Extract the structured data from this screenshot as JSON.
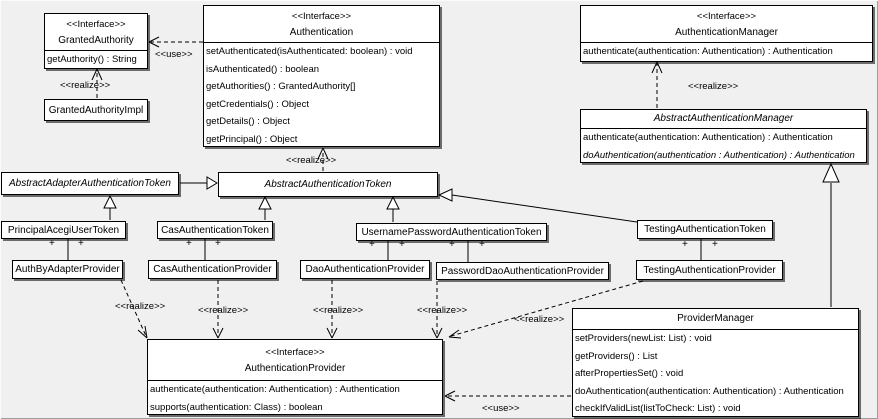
{
  "labels": {
    "use": "<<use>>",
    "realize": "<<realize>>",
    "plus": "+"
  },
  "stereotypes": {
    "interface": "<<Interface>>"
  },
  "classes": {
    "granted_authority": {
      "name": "GrantedAuthority",
      "members": [
        "getAuthority() : String"
      ]
    },
    "granted_authority_impl": {
      "name": "GrantedAuthorityImpl"
    },
    "authentication": {
      "name": "Authentication",
      "members": [
        "setAuthenticated(isAuthenticated: boolean) : void",
        "isAuthenticated() : boolean",
        "getAuthorities() : GrantedAuthority[]",
        "getCredentials() : Object",
        "getDetails() : Object",
        "getPrincipal() : Object"
      ]
    },
    "authentication_manager": {
      "name": "AuthenticationManager",
      "members": [
        "authenticate(authentication: Authentication) : Authentication"
      ]
    },
    "abstract_authentication_manager": {
      "name": "AbstractAuthenticationManager",
      "members": [
        "authenticate(authentication: Authentication) : Authentication",
        "doAuthentication(authentication : Authentication) : Authentication"
      ]
    },
    "abstract_adapter_authentication_token": {
      "name": "AbstractAdapterAuthenticationToken"
    },
    "abstract_authentication_token": {
      "name": "AbstractAuthenticationToken"
    },
    "principal_acegi_user_token": {
      "name": "PrincipalAcegiUserToken"
    },
    "cas_authentication_token": {
      "name": "CasAuthenticationToken"
    },
    "username_password_authentication_token": {
      "name": "UsernamePasswordAuthenticationToken"
    },
    "testing_authentication_token": {
      "name": "TestingAuthenticationToken"
    },
    "auth_by_adapter_provider": {
      "name": "AuthByAdapterProvider"
    },
    "cas_authentication_provider": {
      "name": "CasAuthenticationProvider"
    },
    "dao_authentication_provider": {
      "name": "DaoAuthenticationProvider"
    },
    "password_dao_authentication_provider": {
      "name": "PasswordDaoAuthenticationProvider"
    },
    "testing_authentication_provider": {
      "name": "TestingAuthenticationProvider"
    },
    "authentication_provider": {
      "name": "AuthenticationProvider",
      "members": [
        "authenticate(authentication: Authentication) : Authentication",
        "supports(authentication: Class) : boolean"
      ]
    },
    "provider_manager": {
      "name": "ProviderManager",
      "members": [
        "setProviders(newList: List) : void",
        "getProviders() : List",
        "afterPropertiesSet() : void",
        "doAuthentication(authentication: Authentication) : Authentication",
        "checkIfValidList(listToCheck: List) : void"
      ]
    }
  }
}
